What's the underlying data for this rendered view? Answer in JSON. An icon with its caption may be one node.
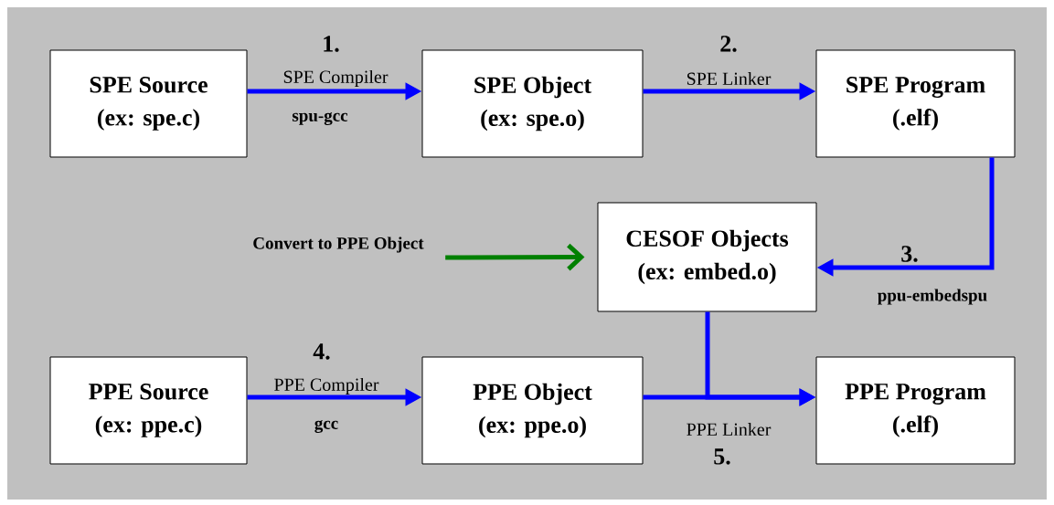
{
  "diagram": {
    "nodes": [
      {
        "text": [
          "SPE Source",
          "(ex: spe.c)"
        ]
      },
      {
        "text": [
          "SPE Object",
          "(ex: spe.o)"
        ]
      },
      {
        "text": [
          "SPE Program",
          "(.elf)"
        ]
      },
      {
        "text": [
          "CESOF Objects",
          "(ex: embed.o)"
        ]
      },
      {
        "text": [
          "Convert to PPE Object"
        ]
      },
      {
        "text": [
          "PPE Source",
          "(ex: ppe.c)"
        ]
      },
      {
        "text": [
          "PPE Object",
          "(ex: ppe.o)"
        ]
      },
      {
        "text": [
          "PPE Program",
          "(.elf)"
        ]
      }
    ],
    "edges": [
      {
        "from": 0,
        "to": 1,
        "arrow": "to",
        "label": "SPE Compiler"
      },
      {
        "from": 1,
        "to": 2,
        "arrow": "to",
        "label": "SPE Linker"
      },
      {
        "from": 2,
        "to": 3,
        "arrow": "to"
      },
      {
        "from": 4,
        "to": 3,
        "arrow": "to",
        "color": "#008000"
      },
      {
        "from": 5,
        "to": 6,
        "arrow": "to",
        "label": "PPE Compiler"
      },
      {
        "from": 6,
        "to": 7,
        "arrow": "to",
        "label": "PPE Linker"
      },
      {
        "from": 3,
        "to": 7,
        "arrow": "to"
      }
    ],
    "labels": [
      "1.",
      "spu-gcc",
      "2.",
      "3.",
      "ppu-embedspu",
      "4.",
      "gcc",
      "5."
    ]
  }
}
